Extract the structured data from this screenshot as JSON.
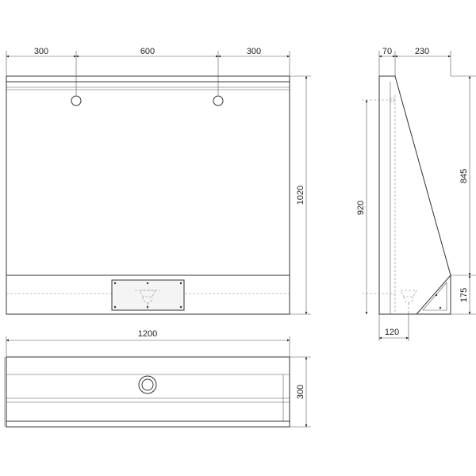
{
  "front_view": {
    "dim_left": "300",
    "dim_middle": "600",
    "dim_right": "300",
    "dim_height": "1020"
  },
  "side_view": {
    "dim_top_a": "70",
    "dim_top_b": "230",
    "dim_height_total": "920",
    "dim_height_slope": "845",
    "dim_bottom_height": "175",
    "dim_bottom_width": "120"
  },
  "top_view": {
    "dim_width": "1200",
    "dim_depth": "300"
  },
  "colors": {
    "line": "#333333",
    "dimension": "#222222",
    "panel_fill": "#f4f4f4"
  }
}
